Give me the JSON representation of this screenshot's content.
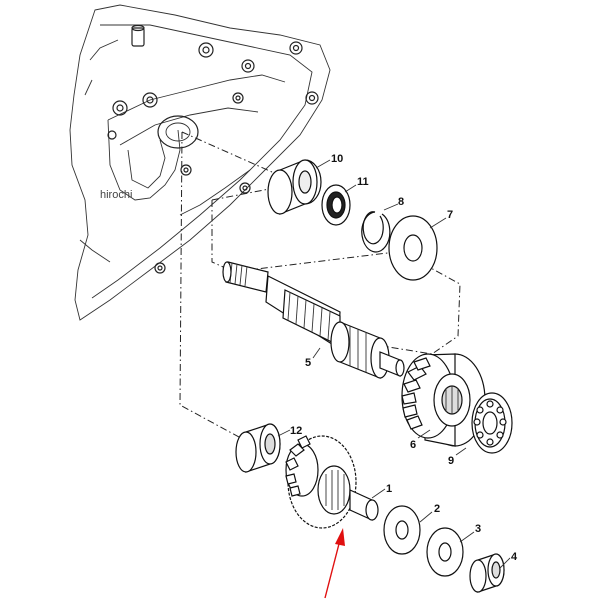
{
  "watermark": "hirochi",
  "callouts": [
    "1",
    "2",
    "3",
    "4",
    "5",
    "6",
    "7",
    "8",
    "9",
    "10",
    "11",
    "12"
  ],
  "arrow_color": "#e01010"
}
